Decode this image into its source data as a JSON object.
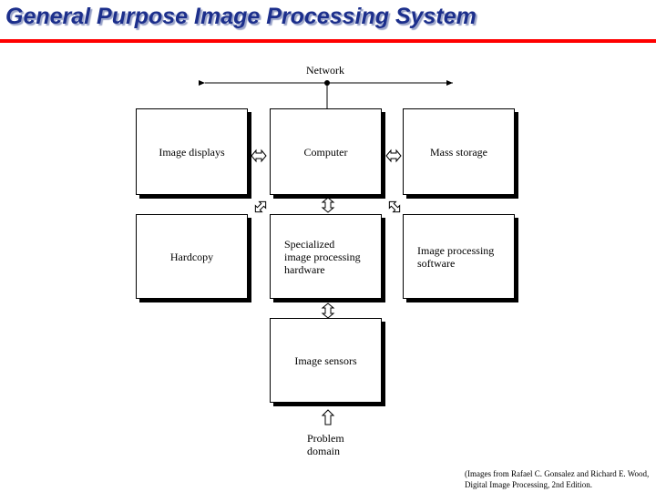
{
  "slide": {
    "title": "General Purpose Image Processing System",
    "accent_color": "#ff0000",
    "title_color": "#1c2f8c"
  },
  "diagram": {
    "network_label": "Network",
    "problem_domain_label": "Problem\ndomain",
    "boxes": {
      "image_displays": "Image displays",
      "computer": "Computer",
      "mass_storage": "Mass storage",
      "hardcopy": "Hardcopy",
      "specialized_hw": "Specialized\nimage processing\nhardware",
      "ip_software": "Image processing\nsoftware",
      "image_sensors": "Image sensors"
    },
    "connector_icon": "double-arrow-icon"
  },
  "source_note": "(Images from Rafael C. Gonsalez and Richard E. Wood, Digital Image Processing, 2nd Edition."
}
